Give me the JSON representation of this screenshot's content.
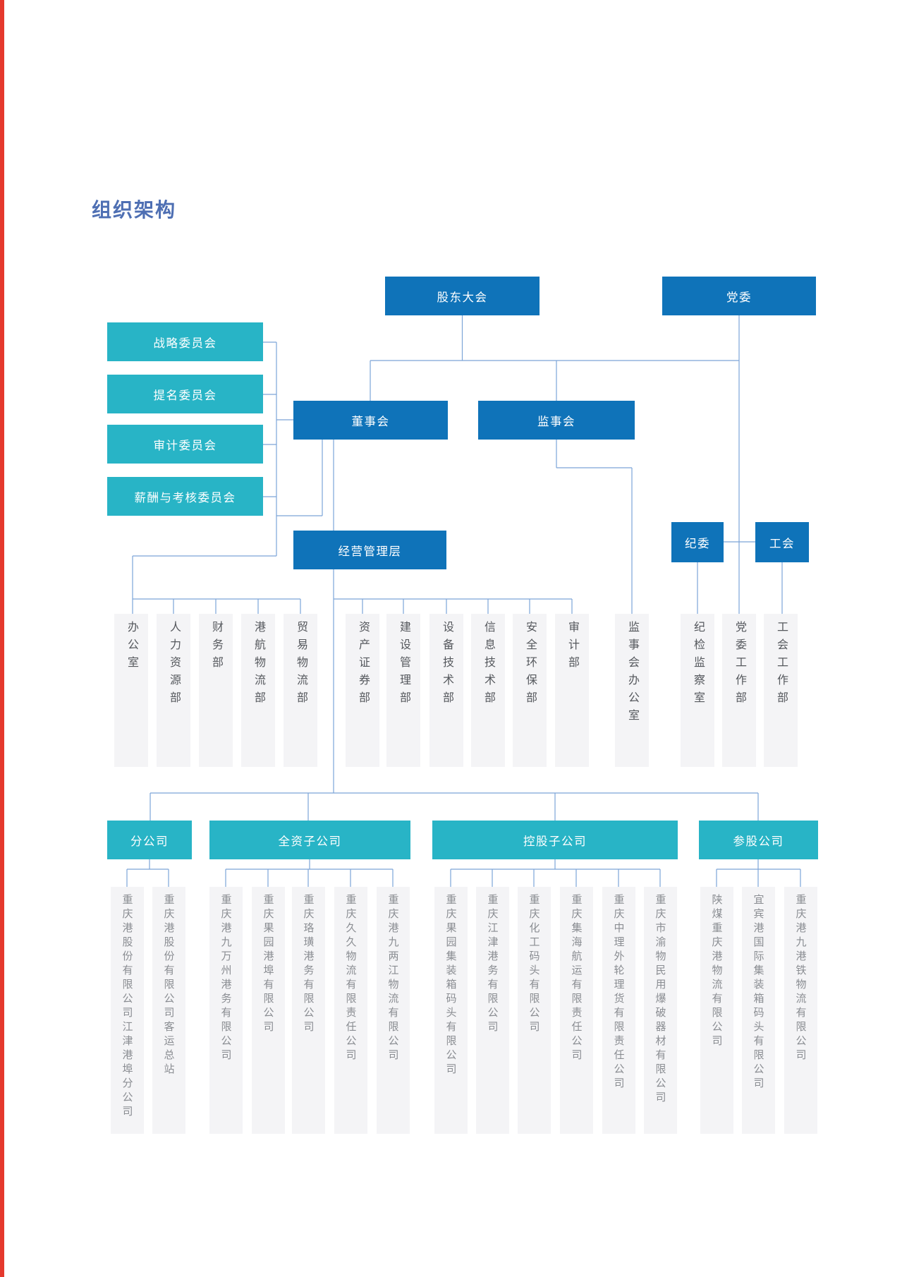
{
  "page": {
    "title": "组织架构"
  },
  "colors": {
    "primary": "#0F73B9",
    "teal": "#28B4C6",
    "line": "#7CA5D8",
    "strip_bg": "#F4F4F6",
    "dept_text": "#55585D",
    "company_text": "#8A8D92",
    "title": "#4E6FB3",
    "edge_artifact_red": "#E5392D"
  },
  "top_row": {
    "shareholders_meeting": "股东大会",
    "party_committee": "党委"
  },
  "committees": [
    "战略委员会",
    "提名委员会",
    "审计委员会",
    "薪酬与考核委员会"
  ],
  "middle_row": {
    "board_of_directors": "董事会",
    "board_of_supervisors": "监事会"
  },
  "management": {
    "label": "经营管理层"
  },
  "party_orgs": {
    "discipline_committee": "纪委",
    "labor_union": "工会"
  },
  "departments": [
    "办公室",
    "人力资源部",
    "财务部",
    "港航物流部",
    "贸易物流部",
    "资产证券部",
    "建设管理部",
    "设备技术部",
    "信息技术部",
    "安全环保部",
    "审计部",
    "监事会办公室",
    "纪检监察室",
    "党委工作部",
    "工会工作部"
  ],
  "subsidiary_groups": [
    {
      "label": "分公司",
      "companies": [
        "重庆港股份有限公司江津港埠分公司",
        "重庆港股份有限公司客运总站"
      ]
    },
    {
      "label": "全资子公司",
      "companies": [
        "重庆港九万州港务有限公司",
        "重庆果园港埠有限公司",
        "重庆珞璜港务有限公司",
        "重庆久久物流有限责任公司",
        "重庆港九两江物流有限公司"
      ]
    },
    {
      "label": "控股子公司",
      "companies": [
        "重庆果园集装箱码头有限公司",
        "重庆江津港务有限公司",
        "重庆化工码头有限公司",
        "重庆集海航运有限责任公司",
        "重庆中理外轮理货有限责任公司",
        "重庆市渝物民用爆破器材有限公司"
      ]
    },
    {
      "label": "参股公司",
      "companies": [
        "陕煤重庆港物流有限公司",
        "宜宾港国际集装箱码头有限公司",
        "重庆港九港铁物流有限公司"
      ]
    }
  ]
}
